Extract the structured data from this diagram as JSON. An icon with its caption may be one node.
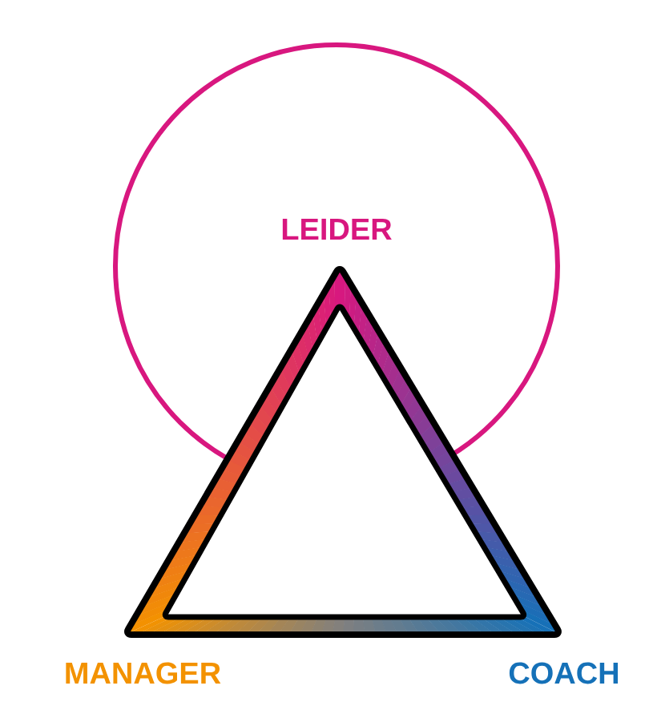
{
  "diagram": {
    "nodes": [
      {
        "text": [
          "LEIDER"
        ]
      }
    ],
    "labels": [
      "MANAGER",
      "COACH"
    ]
  }
}
